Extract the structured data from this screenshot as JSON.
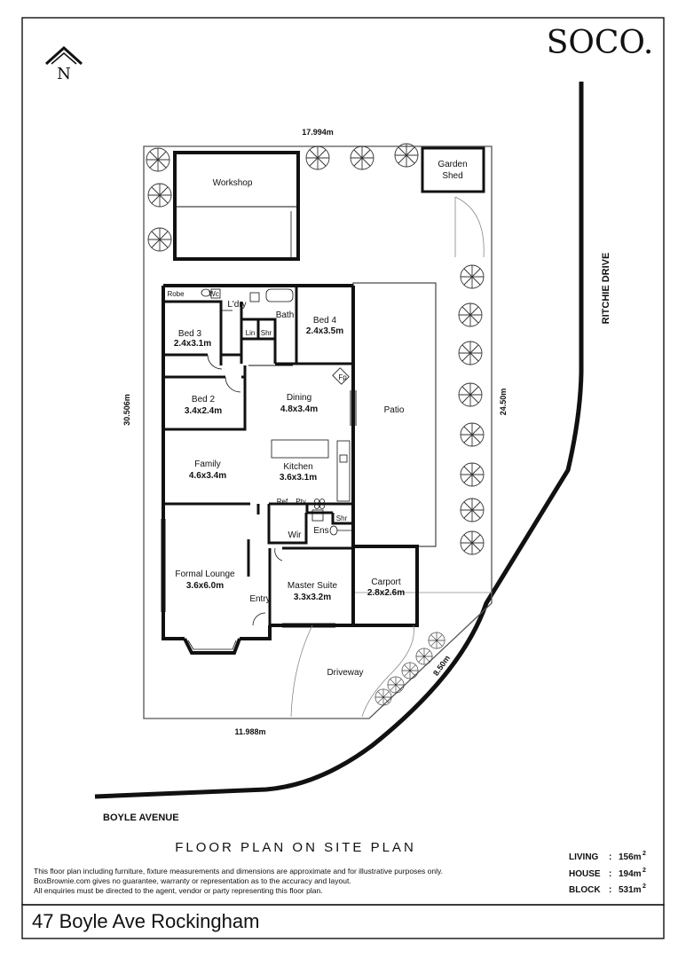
{
  "brand": {
    "logo_text": "SOCO."
  },
  "compass": {
    "label": "N"
  },
  "site": {
    "dim_top": "17.994m",
    "dim_left": "30.506m",
    "dim_right": "24.50m",
    "dim_bottom": "11.988m",
    "dim_corner": "8.50m"
  },
  "streets": {
    "east": "RITCHIE DRIVE",
    "south": "BOYLE AVENUE"
  },
  "rooms": {
    "workshop": {
      "name": "Workshop"
    },
    "garden_shed": {
      "line1": "Garden",
      "line2": "Shed"
    },
    "robe": {
      "name": "Robe"
    },
    "wc": {
      "name": "Wc"
    },
    "laundry": {
      "name": "L'dry"
    },
    "bath": {
      "name": "Bath"
    },
    "lin": {
      "name": "Lin"
    },
    "shr": {
      "name": "Shr"
    },
    "bed3": {
      "name": "Bed 3",
      "size": "2.4x3.1m"
    },
    "bed4": {
      "name": "Bed 4",
      "size": "2.4x3.5m"
    },
    "bed2": {
      "name": "Bed 2",
      "size": "3.4x2.4m"
    },
    "dining": {
      "name": "Dining",
      "size": "4.8x3.4m"
    },
    "fp": {
      "name": "Fp"
    },
    "patio": {
      "name": "Patio"
    },
    "family": {
      "name": "Family",
      "size": "4.6x3.4m"
    },
    "kitchen": {
      "name": "Kitchen",
      "size": "3.6x3.1m"
    },
    "ref": {
      "name": "Ref"
    },
    "pty": {
      "name": "Pty"
    },
    "wir": {
      "name": "Wir"
    },
    "ens": {
      "name": "Ens"
    },
    "ens_shr": {
      "name": "Shr"
    },
    "formal_lounge": {
      "name": "Formal Lounge",
      "size": "3.6x6.0m"
    },
    "entry": {
      "name": "Entry"
    },
    "master_suite": {
      "name": "Master Suite",
      "size": "3.3x3.2m"
    },
    "carport": {
      "name": "Carport",
      "size": "2.8x2.6m"
    },
    "driveway": {
      "name": "Driveway"
    }
  },
  "footer": {
    "title": "FLOOR PLAN ON SITE PLAN",
    "disclaimer": [
      "This floor plan including furniture, fixture measurements and dimensions are approximate and for illustrative purposes only.",
      "BoxBrownie.com gives no guarantee, warranty or representation as to the accuracy and layout.",
      "All enquiries must be directed to the agent, vendor or party representing this floor plan."
    ],
    "stats": [
      {
        "label": "LIVING",
        "sep": ":",
        "value": "156m",
        "sup": "2"
      },
      {
        "label": "HOUSE",
        "sep": ":",
        "value": "194m",
        "sup": "2"
      },
      {
        "label": "BLOCK",
        "sep": ":",
        "value": "531m",
        "sup": "2"
      }
    ],
    "address": "47 Boyle Ave Rockingham"
  }
}
